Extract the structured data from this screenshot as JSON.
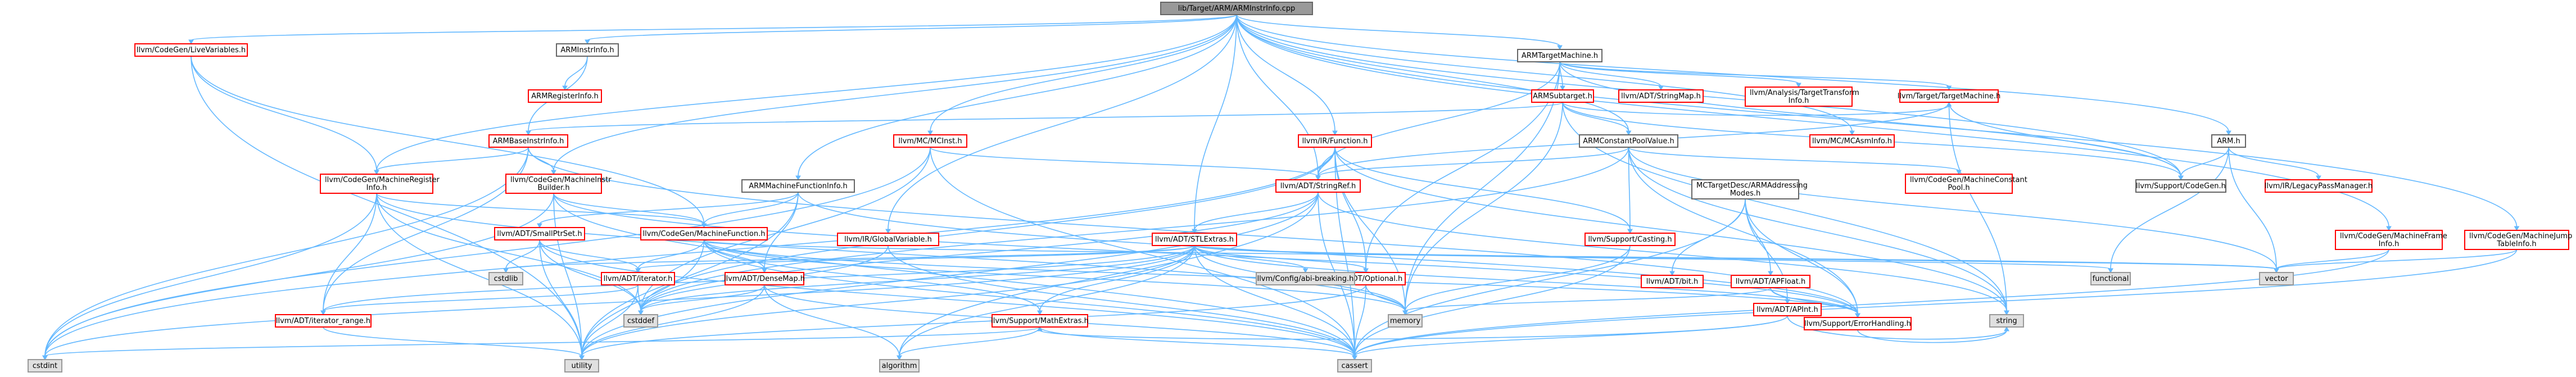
{
  "diagram": {
    "colors": {
      "root_fill": "#999999",
      "root_border": "#666666",
      "bordered_fill": "#ffffff",
      "bordered_border": "#ff0000",
      "documented_border": "#666666",
      "system_fill": "#e0e0e0",
      "system_border": "#999999",
      "edge": "#63b8ff",
      "text": "#000000"
    },
    "nodes": [
      {
        "id": "root",
        "label": [
          "lib/Target/ARM/ARMInstrInfo.cpp"
        ],
        "kind": "root"
      },
      {
        "id": "LiveVariables",
        "label": [
          "llvm/CodeGen/LiveVariables.h"
        ],
        "kind": "red"
      },
      {
        "id": "ARMInstrInfo",
        "label": [
          "ARMInstrInfo.h"
        ],
        "kind": "doc"
      },
      {
        "id": "ARMRegisterInfo",
        "label": [
          "ARMRegisterInfo.h"
        ],
        "kind": "red"
      },
      {
        "id": "ARMBaseInstrInfo",
        "label": [
          "ARMBaseInstrInfo.h"
        ],
        "kind": "red"
      },
      {
        "id": "MachineRegisterInfo",
        "label": [
          "llvm/CodeGen/MachineRegister",
          "Info.h"
        ],
        "kind": "red"
      },
      {
        "id": "MachineInstrBuilder",
        "label": [
          "llvm/CodeGen/MachineInstr",
          "Builder.h"
        ],
        "kind": "red"
      },
      {
        "id": "ARMMachineFunctionInfo",
        "label": [
          "ARMMachineFunctionInfo.h"
        ],
        "kind": "doc"
      },
      {
        "id": "MCInst",
        "label": [
          "llvm/MC/MCInst.h"
        ],
        "kind": "red"
      },
      {
        "id": "IRFunction",
        "label": [
          "llvm/IR/Function.h"
        ],
        "kind": "red"
      },
      {
        "id": "GlobalVariable",
        "label": [
          "llvm/IR/GlobalVariable.h"
        ],
        "kind": "red"
      },
      {
        "id": "ARMTargetMachine",
        "label": [
          "ARMTargetMachine.h"
        ],
        "kind": "doc"
      },
      {
        "id": "ARMSubtarget",
        "label": [
          "ARMSubtarget.h"
        ],
        "kind": "red"
      },
      {
        "id": "StringMap",
        "label": [
          "llvm/ADT/StringMap.h"
        ],
        "kind": "red"
      },
      {
        "id": "TargetTransformInfo",
        "label": [
          "llvm/Analysis/TargetTransform",
          "Info.h"
        ],
        "kind": "red"
      },
      {
        "id": "ARMConstantPoolValue",
        "label": [
          "ARMConstantPoolValue.h"
        ],
        "kind": "doc"
      },
      {
        "id": "MCAsmInfo",
        "label": [
          "llvm/MC/MCAsmInfo.h"
        ],
        "kind": "red"
      },
      {
        "id": "TargetMachine",
        "label": [
          "llvm/Target/TargetMachine.h"
        ],
        "kind": "red"
      },
      {
        "id": "ARMh",
        "label": [
          "ARM.h"
        ],
        "kind": "doc"
      },
      {
        "id": "StringRef",
        "label": [
          "llvm/ADT/StringRef.h"
        ],
        "kind": "red"
      },
      {
        "id": "SmallPtrSet",
        "label": [
          "llvm/ADT/SmallPtrSet.h"
        ],
        "kind": "red"
      },
      {
        "id": "MachineFunction",
        "label": [
          "llvm/CodeGen/MachineFunction.h"
        ],
        "kind": "red"
      },
      {
        "id": "STLExtras",
        "label": [
          "llvm/ADT/STLExtras.h"
        ],
        "kind": "red"
      },
      {
        "id": "MachineConstantPool",
        "label": [
          "llvm/CodeGen/MachineConstant",
          "Pool.h"
        ],
        "kind": "red"
      },
      {
        "id": "ARMAddressingModes",
        "label": [
          "MCTargetDesc/ARMAddressing",
          "Modes.h"
        ],
        "kind": "doc"
      },
      {
        "id": "SupportCodeGen",
        "label": [
          "llvm/Support/CodeGen.h"
        ],
        "kind": "doc"
      },
      {
        "id": "LegacyPassManager",
        "label": [
          "llvm/IR/LegacyPassManager.h"
        ],
        "kind": "red"
      },
      {
        "id": "MachineFrameInfo",
        "label": [
          "llvm/CodeGen/MachineFrame",
          "Info.h"
        ],
        "kind": "red"
      },
      {
        "id": "MachineJumpTableInfo",
        "label": [
          "llvm/CodeGen/MachineJump",
          "TableInfo.h"
        ],
        "kind": "red"
      },
      {
        "id": "Casting",
        "label": [
          "llvm/Support/Casting.h"
        ],
        "kind": "red"
      },
      {
        "id": "ADTbit",
        "label": [
          "llvm/ADT/bit.h"
        ],
        "kind": "red"
      },
      {
        "id": "APFloat",
        "label": [
          "llvm/ADT/APFloat.h"
        ],
        "kind": "red"
      },
      {
        "id": "APInt",
        "label": [
          "llvm/ADT/APInt.h"
        ],
        "kind": "red"
      },
      {
        "id": "ErrorHandling",
        "label": [
          "llvm/Support/ErrorHandling.h"
        ],
        "kind": "red"
      },
      {
        "id": "Optional",
        "label": [
          "llvm/ADT/Optional.h"
        ],
        "kind": "red"
      },
      {
        "id": "Iterator",
        "label": [
          "llvm/ADT/iterator.h"
        ],
        "kind": "red"
      },
      {
        "id": "DenseMap",
        "label": [
          "llvm/ADT/DenseMap.h"
        ],
        "kind": "red"
      },
      {
        "id": "IteratorRange",
        "label": [
          "llvm/ADT/iterator_range.h"
        ],
        "kind": "red"
      },
      {
        "id": "MathExtras",
        "label": [
          "llvm/Support/MathExtras.h"
        ],
        "kind": "red"
      },
      {
        "id": "ConfigDisable",
        "label": [
          "llvm/Config/abi-breaking.h"
        ],
        "kind": "sys"
      },
      {
        "id": "cstdlib",
        "label": [
          "cstdlib"
        ],
        "kind": "sys"
      },
      {
        "id": "cstddef",
        "label": [
          "cstddef"
        ],
        "kind": "sys"
      },
      {
        "id": "cstdint",
        "label": [
          "cstdint"
        ],
        "kind": "sys"
      },
      {
        "id": "utility",
        "label": [
          "utility"
        ],
        "kind": "sys"
      },
      {
        "id": "algorithm",
        "label": [
          "algorithm"
        ],
        "kind": "sys"
      },
      {
        "id": "cassert",
        "label": [
          "cassert"
        ],
        "kind": "sys"
      },
      {
        "id": "memory",
        "label": [
          "memory"
        ],
        "kind": "sys"
      },
      {
        "id": "string",
        "label": [
          "string"
        ],
        "kind": "sys"
      },
      {
        "id": "functional",
        "label": [
          "functional"
        ],
        "kind": "sys"
      },
      {
        "id": "vector",
        "label": [
          "vector"
        ],
        "kind": "sys"
      }
    ],
    "edges": [
      [
        "root",
        "LiveVariables"
      ],
      [
        "root",
        "ARMInstrInfo"
      ],
      [
        "root",
        "MachineRegisterInfo"
      ],
      [
        "root",
        "MachineInstrBuilder"
      ],
      [
        "root",
        "ARMMachineFunctionInfo"
      ],
      [
        "root",
        "MCInst"
      ],
      [
        "root",
        "IRFunction"
      ],
      [
        "root",
        "GlobalVariable"
      ],
      [
        "root",
        "ARMTargetMachine"
      ],
      [
        "root",
        "STLExtras"
      ],
      [
        "root",
        "ARMConstantPoolValue"
      ],
      [
        "root",
        "MCAsmInfo"
      ],
      [
        "root",
        "ARMh"
      ],
      [
        "root",
        "MachineFrameInfo"
      ],
      [
        "root",
        "MachineJumpTableInfo"
      ],
      [
        "root",
        "StringRef"
      ],
      [
        "root",
        "SupportCodeGen"
      ],
      [
        "ARMInstrInfo",
        "ARMBaseInstrInfo"
      ],
      [
        "ARMInstrInfo",
        "ARMRegisterInfo"
      ],
      [
        "ARMBaseInstrInfo",
        "MachineInstrBuilder"
      ],
      [
        "ARMBaseInstrInfo",
        "MachineRegisterInfo"
      ],
      [
        "ARMBaseInstrInfo",
        "cstdint"
      ],
      [
        "ARMBaseInstrInfo",
        "IteratorRange"
      ],
      [
        "ARMBaseInstrInfo",
        "ErrorHandling"
      ],
      [
        "MachineRegisterInfo",
        "MachineFunction"
      ],
      [
        "MachineRegisterInfo",
        "IteratorRange"
      ],
      [
        "MachineRegisterInfo",
        "cstdint"
      ],
      [
        "MachineRegisterInfo",
        "cstddef"
      ],
      [
        "MachineRegisterInfo",
        "memory"
      ],
      [
        "MachineRegisterInfo",
        "utility"
      ],
      [
        "MachineInstrBuilder",
        "MachineFunction"
      ],
      [
        "MachineInstrBuilder",
        "ErrorHandling"
      ],
      [
        "MachineInstrBuilder",
        "cassert"
      ],
      [
        "MachineInstrBuilder",
        "cstdint"
      ],
      [
        "MachineInstrBuilder",
        "utility"
      ],
      [
        "ARMMachineFunctionInfo",
        "MachineFunction"
      ],
      [
        "ARMMachineFunctionInfo",
        "DenseMap"
      ],
      [
        "ARMMachineFunctionInfo",
        "SmallPtrSet"
      ],
      [
        "ARMMachineFunctionInfo",
        "ErrorHandling"
      ],
      [
        "ARMMachineFunctionInfo",
        "utility"
      ],
      [
        "MCInst",
        "StringRef"
      ],
      [
        "MCInst",
        "cassert"
      ],
      [
        "MCInst",
        "cstddef"
      ],
      [
        "MCInst",
        "cstdint"
      ],
      [
        "IRFunction",
        "StringRef"
      ],
      [
        "IRFunction",
        "Casting"
      ],
      [
        "IRFunction",
        "memory"
      ],
      [
        "IRFunction",
        "cassert"
      ],
      [
        "IRFunction",
        "string"
      ],
      [
        "IRFunction",
        "Optional"
      ],
      [
        "IRFunction",
        "cstddef"
      ],
      [
        "IRFunction",
        "cstdint"
      ],
      [
        "GlobalVariable",
        "cassert"
      ],
      [
        "GlobalVariable",
        "cstddef"
      ],
      [
        "ARMTargetMachine",
        "ARMSubtarget"
      ],
      [
        "ARMTargetMachine",
        "StringMap"
      ],
      [
        "ARMTargetMachine",
        "TargetTransformInfo"
      ],
      [
        "ARMTargetMachine",
        "TargetMachine"
      ],
      [
        "ARMTargetMachine",
        "Optional"
      ],
      [
        "ARMTargetMachine",
        "memory"
      ],
      [
        "ARMTargetMachine",
        "SupportCodeGen"
      ],
      [
        "ARMTargetMachine",
        "StringRef"
      ],
      [
        "ARMSubtarget",
        "ARMBaseInstrInfo"
      ],
      [
        "ARMSubtarget",
        "ARMConstantPoolValue"
      ],
      [
        "ARMSubtarget",
        "TargetMachine"
      ],
      [
        "ARMSubtarget",
        "SupportCodeGen"
      ],
      [
        "ARMSubtarget",
        "memory"
      ],
      [
        "ARMSubtarget",
        "string"
      ],
      [
        "ARMConstantPoolValue",
        "MachineConstantPool"
      ],
      [
        "ARMConstantPoolValue",
        "StringRef"
      ],
      [
        "ARMConstantPoolValue",
        "Casting"
      ],
      [
        "ARMConstantPoolValue",
        "ErrorHandling"
      ],
      [
        "ARMConstantPoolValue",
        "string"
      ],
      [
        "ARMConstantPoolValue",
        "vector"
      ],
      [
        "ARMConstantPoolValue",
        "cstddef"
      ],
      [
        "TargetMachine",
        "SupportCodeGen"
      ],
      [
        "TargetMachine",
        "StringRef"
      ],
      [
        "TargetMachine",
        "string"
      ],
      [
        "ARMh",
        "SupportCodeGen"
      ],
      [
        "ARMh",
        "LegacyPassManager"
      ],
      [
        "ARMh",
        "functional"
      ],
      [
        "ARMh",
        "vector"
      ],
      [
        "StringRef",
        "STLExtras"
      ],
      [
        "StringRef",
        "algorithm"
      ],
      [
        "StringRef",
        "cassert"
      ],
      [
        "StringRef",
        "cstddef"
      ],
      [
        "StringRef",
        "cstring"
      ],
      [
        "StringRef",
        "limits"
      ],
      [
        "StringRef",
        "string"
      ],
      [
        "StringRef",
        "utility"
      ],
      [
        "MachineFunction",
        "Iterator"
      ],
      [
        "MachineFunction",
        "DenseMap"
      ],
      [
        "MachineFunction",
        "MathExtras"
      ],
      [
        "MachineFunction",
        "ErrorHandling"
      ],
      [
        "MachineFunction",
        "cassert"
      ],
      [
        "MachineFunction",
        "memory"
      ],
      [
        "MachineFunction",
        "utility"
      ],
      [
        "MachineFunction",
        "vector"
      ],
      [
        "SmallPtrSet",
        "cstddef"
      ],
      [
        "SmallPtrSet",
        "cstdlib"
      ],
      [
        "SmallPtrSet",
        "Iterator"
      ],
      [
        "SmallPtrSet",
        "cassert"
      ],
      [
        "SmallPtrSet",
        "utility"
      ],
      [
        "STLExtras",
        "Optional"
      ],
      [
        "STLExtras",
        "Iterator"
      ],
      [
        "STLExtras",
        "IteratorRange"
      ],
      [
        "STLExtras",
        "ConfigDisable"
      ],
      [
        "STLExtras",
        "ErrorHandling"
      ],
      [
        "STLExtras",
        "algorithm"
      ],
      [
        "STLExtras",
        "cassert"
      ],
      [
        "STLExtras",
        "cstddef"
      ],
      [
        "STLExtras",
        "cstdint"
      ],
      [
        "STLExtras",
        "cstdlib"
      ],
      [
        "STLExtras",
        "functional"
      ],
      [
        "STLExtras",
        "memory"
      ],
      [
        "STLExtras",
        "utility"
      ],
      [
        "STLExtras",
        "vector"
      ],
      [
        "STLExtras",
        "MathExtras"
      ],
      [
        "ARMAddressingModes",
        "ADTbit"
      ],
      [
        "ARMAddressingModes",
        "APFloat"
      ],
      [
        "ARMAddressingModes",
        "APInt"
      ],
      [
        "ARMAddressingModes",
        "ErrorHandling"
      ],
      [
        "ARMAddressingModes",
        "cassert"
      ],
      [
        "APFloat",
        "APInt"
      ],
      [
        "APFloat",
        "ErrorHandling"
      ],
      [
        "APFloat",
        "memory"
      ],
      [
        "APInt",
        "MathExtras"
      ],
      [
        "APInt",
        "cassert"
      ],
      [
        "APInt",
        "string"
      ],
      [
        "Casting",
        "cassert"
      ],
      [
        "Casting",
        "memory"
      ],
      [
        "Optional",
        "cassert"
      ],
      [
        "Optional",
        "memory"
      ],
      [
        "Optional",
        "utility"
      ],
      [
        "Iterator",
        "cstddef"
      ],
      [
        "Iterator",
        "utility"
      ],
      [
        "Iterator",
        "IteratorRange"
      ],
      [
        "DenseMap",
        "algorithm"
      ],
      [
        "DenseMap",
        "cassert"
      ],
      [
        "DenseMap",
        "cstddef"
      ],
      [
        "DenseMap",
        "utility"
      ],
      [
        "IteratorRange",
        "utility"
      ],
      [
        "MathExtras",
        "algorithm"
      ],
      [
        "MathExtras",
        "cassert"
      ],
      [
        "MathExtras",
        "cstdint"
      ],
      [
        "ErrorHandling",
        "string"
      ],
      [
        "MachineFrameInfo",
        "vector"
      ],
      [
        "MachineFrameInfo",
        "cassert"
      ],
      [
        "MachineJumpTableInfo",
        "vector"
      ],
      [
        "MachineJumpTableInfo",
        "cassert"
      ],
      [
        "LiveVariables",
        "MachineRegisterInfo"
      ],
      [
        "LiveVariables",
        "MachineFunction"
      ],
      [
        "LiveVariables",
        "utility"
      ]
    ]
  }
}
